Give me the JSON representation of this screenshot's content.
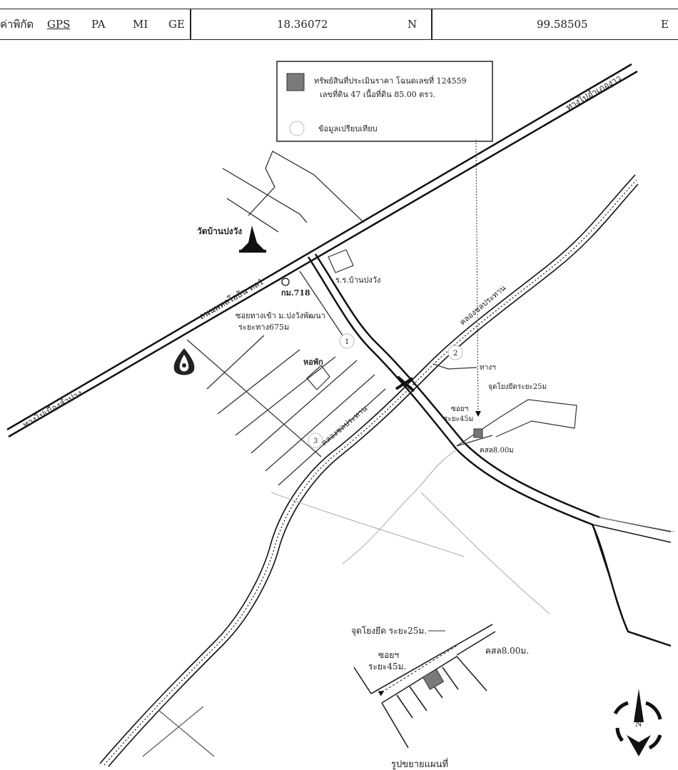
{
  "coord_bar": {
    "label": "ค่าพิกัด",
    "systems": [
      "GPS",
      "PA",
      "MI",
      "GE"
    ],
    "lat": "18.36072",
    "lat_dir": "N",
    "lon": "99.58505",
    "lon_dir": "E"
  },
  "legend": {
    "subject_line1": "ทรัพย์สินที่ประเมินราคา โฉนดเลขที่ 124559",
    "subject_line2": "เลขที่ดิน 47 เนื้อที่ดิน 85.00 ตรว.",
    "compare": "ข้อมูลเปรียบเทียบ",
    "colors": {
      "subject": "#7a7a7a",
      "line": "#111111"
    }
  },
  "map_labels": {
    "to_ngao": "ทางไปอำเภองาว",
    "to_lampang": "ทางไปเมืองลำปาง",
    "highway": "ถนนพหลโยธิน ทล1",
    "temple": "วัดบ้านปงวัง",
    "school": "ร.ร.บ้านปงวัง",
    "km": "กม.718",
    "soi_entry_1": "ซอยทางเข้า ม.ปงวังพัฒนา",
    "soi_entry_2": "ระยะทาง675ม",
    "dorm": "หอพัก",
    "canal_upper": "คลองชลประทาน",
    "canal_lower": "คลองชลประทาน",
    "path": "ทางฯ",
    "start_point": "จุดโยงยึดระยะ25ม",
    "soi_1": "ซอยฯ",
    "soi_2": "ระยะ45ม",
    "road_width": "คสล8.00ม",
    "num_1": "1",
    "num_2": "2",
    "num_3": "3"
  },
  "inset": {
    "start_point": "จุดโยงยึด ระยะ25ม.",
    "road_width": "คสล8.00ม.",
    "soi_1": "ซอยฯ",
    "soi_2": "ระยะ45ม.",
    "caption": "รูปขยายแผนที่"
  },
  "compass": {
    "letter": "N"
  },
  "icons": {
    "temple": "stupa-icon",
    "gas": "gas-station-icon",
    "compass": "north-arrow-icon"
  }
}
